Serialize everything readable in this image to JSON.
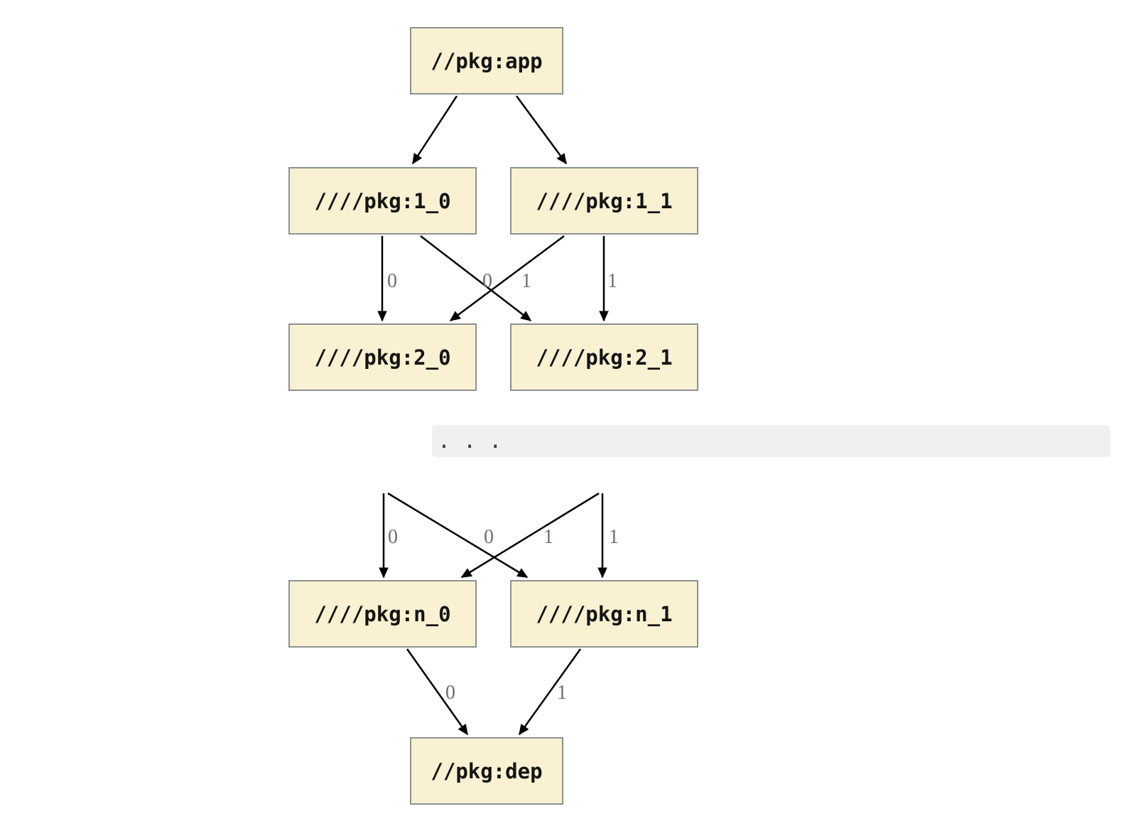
{
  "graph": {
    "ellipsis": ". . .",
    "nodes": [
      {
        "id": "app",
        "label": "//pkg:app"
      },
      {
        "id": "1_0",
        "label": "////pkg:1_0"
      },
      {
        "id": "1_1",
        "label": "////pkg:1_1"
      },
      {
        "id": "2_0",
        "label": "////pkg:2_0"
      },
      {
        "id": "2_1",
        "label": "////pkg:2_1"
      },
      {
        "id": "n_0",
        "label": "////pkg:n_0"
      },
      {
        "id": "n_1",
        "label": "////pkg:n_1"
      },
      {
        "id": "dep",
        "label": "//pkg:dep"
      }
    ],
    "edges": [
      {
        "from": "app",
        "to": "1_0",
        "label": ""
      },
      {
        "from": "app",
        "to": "1_1",
        "label": ""
      },
      {
        "from": "1_0",
        "to": "2_0",
        "label": "0"
      },
      {
        "from": "1_1",
        "to": "2_0",
        "label": "0"
      },
      {
        "from": "1_0",
        "to": "2_1",
        "label": "1"
      },
      {
        "from": "1_1",
        "to": "2_1",
        "label": "1"
      },
      {
        "from": "ellipsis",
        "to": "n_0",
        "label": "0"
      },
      {
        "from": "ellipsis",
        "to": "n_0",
        "label": "0"
      },
      {
        "from": "ellipsis",
        "to": "n_1",
        "label": "1"
      },
      {
        "from": "ellipsis",
        "to": "n_1",
        "label": "1"
      },
      {
        "from": "n_0",
        "to": "dep",
        "label": "0"
      },
      {
        "from": "n_1",
        "to": "dep",
        "label": "1"
      }
    ],
    "colors": {
      "node_fill": "#faf1d3",
      "node_border": "#8b9191",
      "edge": "#000000",
      "edge_label": "#6e6e6e",
      "ellipsis_background": "#f0f0f0",
      "ellipsis_text": "#3a3a3a",
      "background": "#ffffff"
    }
  }
}
